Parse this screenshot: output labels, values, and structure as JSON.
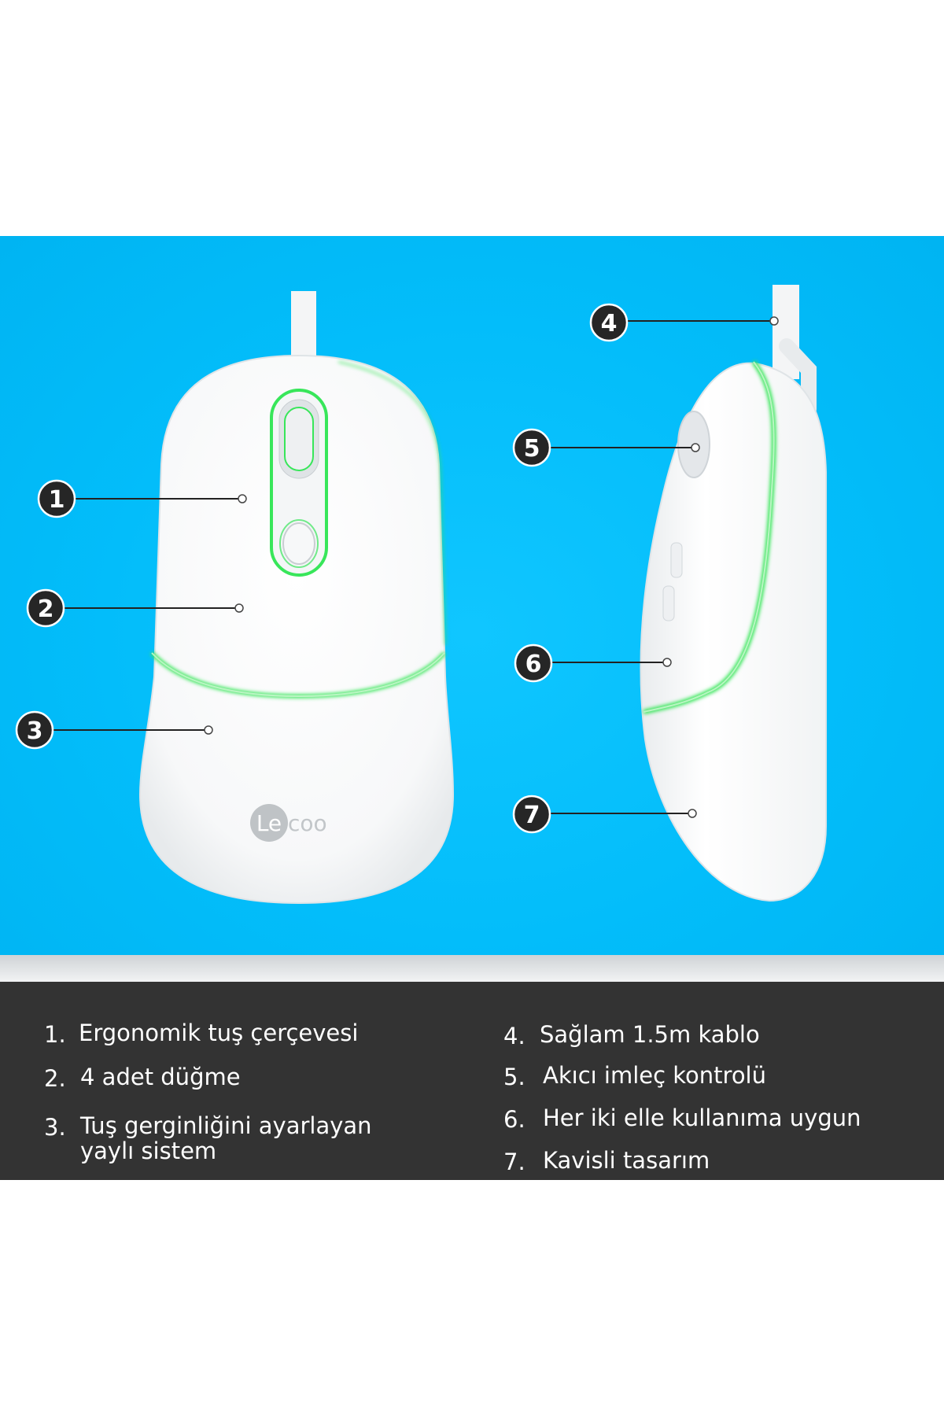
{
  "brand": {
    "logo_text_left": "Le",
    "logo_text_right": "coo"
  },
  "colors": {
    "background_blue": "#03bdfa",
    "mouse_body": "#ffffff",
    "accent_led": "#38e65a",
    "caption_panel": "#333333",
    "badge": "#262626"
  },
  "callouts": [
    {
      "number": "1",
      "target": "ergonomic button frame"
    },
    {
      "number": "2",
      "target": "buttons"
    },
    {
      "number": "3",
      "target": "spring system"
    },
    {
      "number": "4",
      "target": "cable"
    },
    {
      "number": "5",
      "target": "cursor control"
    },
    {
      "number": "6",
      "target": "ambidextrous body"
    },
    {
      "number": "7",
      "target": "curved design"
    }
  ],
  "features": [
    {
      "num": "1.",
      "text": "Ergonomik tuş çerçevesi"
    },
    {
      "num": "2.",
      "text": "4 adet düğme"
    },
    {
      "num": "3.",
      "text": "Tuş gerginliğini ayarlayan",
      "text2": "yaylı sistem"
    },
    {
      "num": "4.",
      "text": "Sağlam 1.5m kablo"
    },
    {
      "num": "5.",
      "text": "Akıcı imleç kontrolü"
    },
    {
      "num": "6.",
      "text": "Her iki elle kullanıma uygun"
    },
    {
      "num": "7.",
      "text": "Kavisli tasarım"
    }
  ]
}
